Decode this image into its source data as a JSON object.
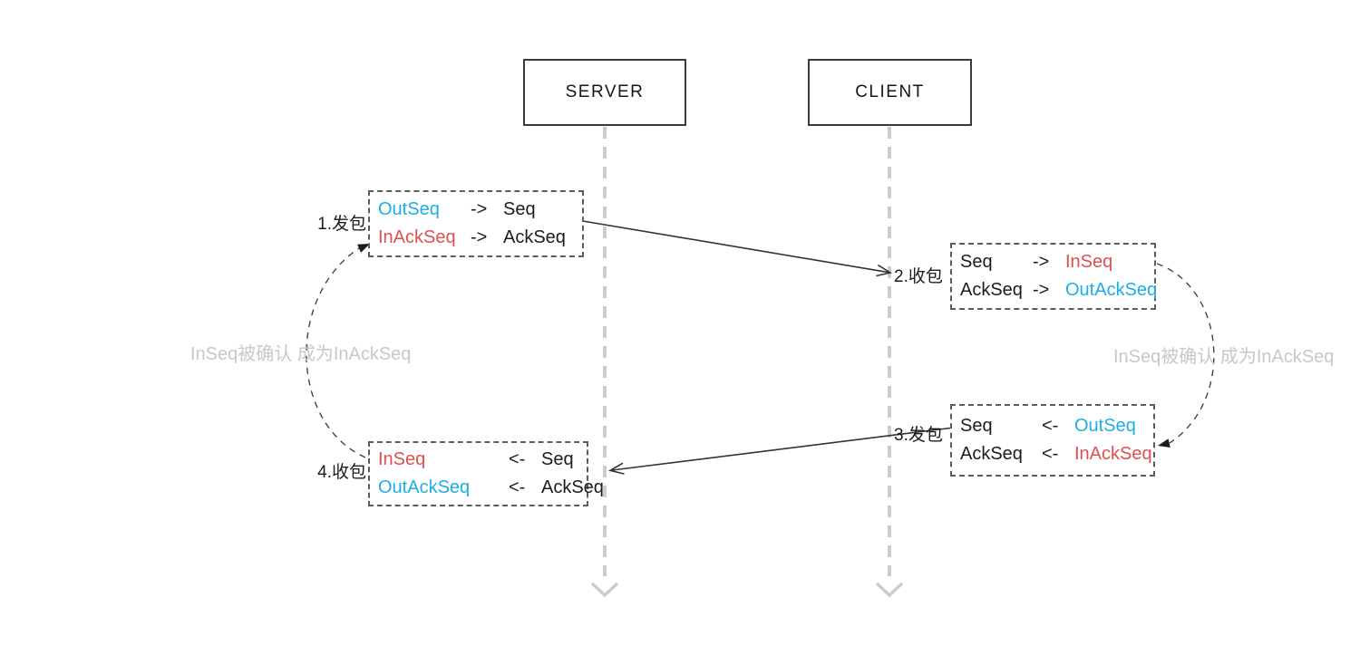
{
  "actors": [
    {
      "label": "SERVER"
    },
    {
      "label": "CLIENT"
    }
  ],
  "steps": [
    {
      "label": "1.发包",
      "rows": [
        {
          "a": "OutSeq",
          "op": "->",
          "b": "Seq"
        },
        {
          "a": "InAckSeq",
          "op": "->",
          "b": "AckSeq"
        }
      ]
    },
    {
      "label": "2.收包",
      "rows": [
        {
          "a": "Seq",
          "op": "->",
          "b": "InSeq"
        },
        {
          "a": "AckSeq",
          "op": "->",
          "b": "OutAckSeq"
        }
      ]
    },
    {
      "label": "3.发包",
      "rows": [
        {
          "a": "Seq",
          "op": "<-",
          "b": "OutSeq"
        },
        {
          "a": "AckSeq",
          "op": "<-",
          "b": "InAckSeq"
        }
      ]
    },
    {
      "label": "4.收包",
      "rows": [
        {
          "a": "InSeq",
          "op": "<-",
          "b": "Seq"
        },
        {
          "a": "OutAckSeq",
          "op": "<-",
          "b": "AckSeq"
        }
      ]
    }
  ],
  "annotations": {
    "left": "InSeq被确认 成为InAckSeq",
    "right": "InSeq被确认 成为InAckSeq"
  },
  "colors": {
    "accent_cyan": "#1daee5",
    "accent_red": "#e04f4f",
    "lifeline_gray": "#cccccc",
    "annotation_gray": "#c7c7cd",
    "line_black": "#333333"
  }
}
